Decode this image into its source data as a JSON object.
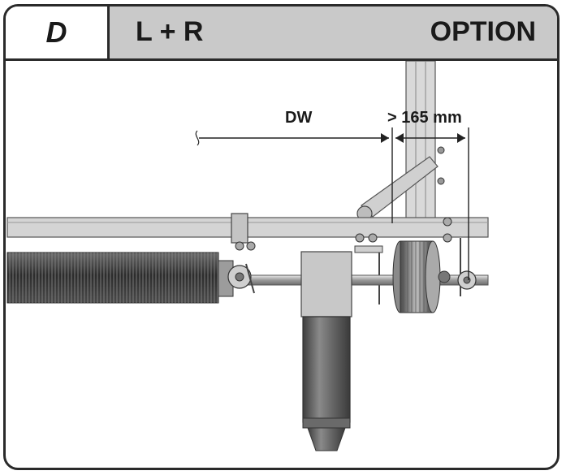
{
  "header": {
    "section_letter": "D",
    "side_label": "L + R",
    "option_label": "OPTION"
  },
  "dimensions": {
    "dw_label": "DW",
    "min_gap_label": "> 165 mm"
  },
  "colors": {
    "header_band": "#c9c9c9",
    "frame": "#2a2a2a",
    "rail": "#d4d4d4",
    "spring": "#3a3a3a",
    "motor": "#5a5a5a"
  }
}
